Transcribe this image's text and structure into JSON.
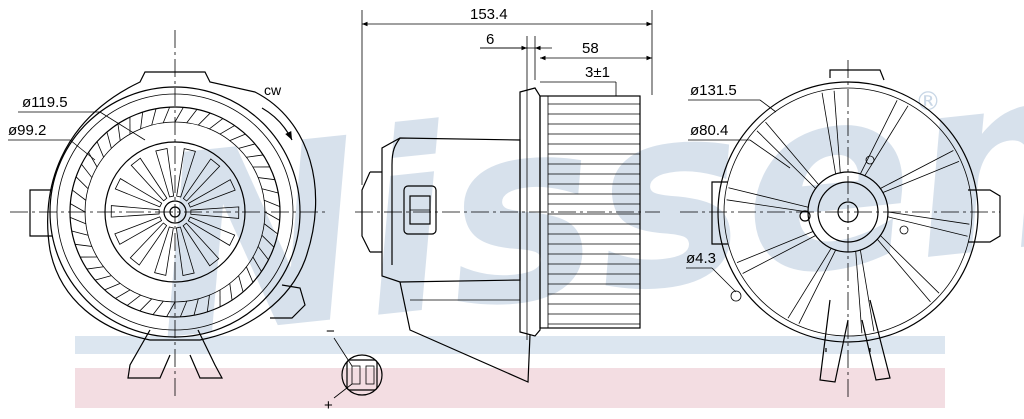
{
  "watermark": {
    "brand": "Nissens",
    "registered": "®",
    "color_text": "#c9d7e6",
    "color_band_blue": "#dce6f0",
    "color_band_red": "#f3dde2"
  },
  "dimensions": {
    "overall_length": "153.4",
    "offset": "6",
    "wheel_width": "58",
    "clearance": "3±1",
    "outer_diameter_left": "ø119.5",
    "inner_diameter_left": "ø99.2",
    "outer_diameter_right": "ø131.5",
    "inner_diameter_right": "ø80.4",
    "hole_diameter": "ø4.3"
  },
  "labels": {
    "rotation": "cw",
    "minus": "−",
    "plus": "+"
  }
}
